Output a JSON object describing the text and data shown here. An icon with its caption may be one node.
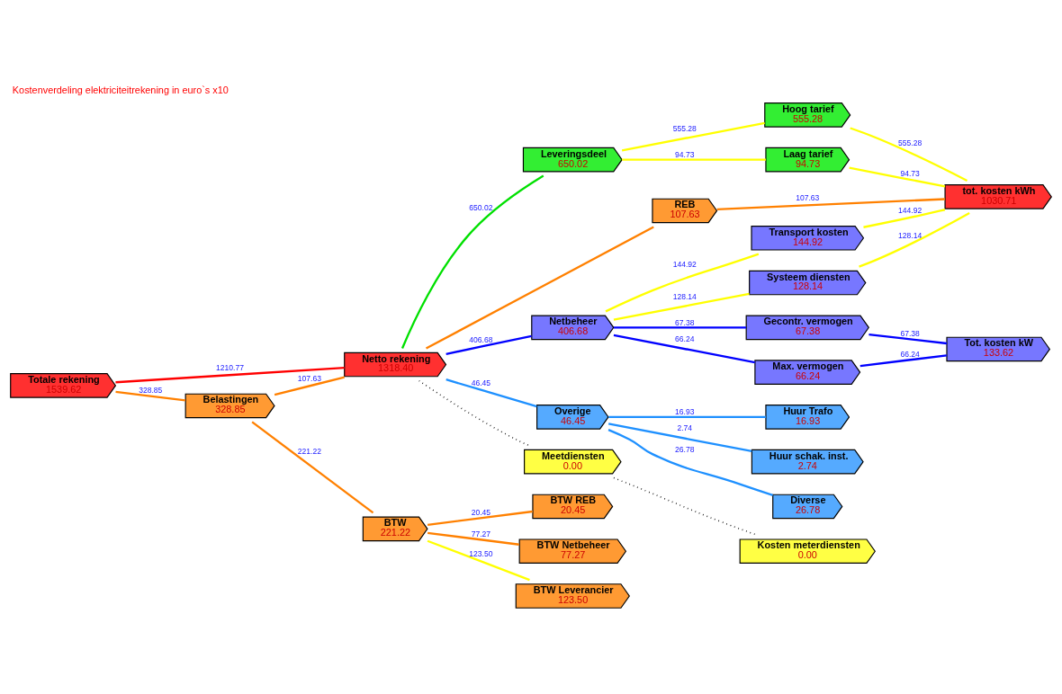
{
  "diagram": {
    "title": "Kostenverdeling elektriciteitrekening in euro`s x10",
    "nodes": [
      {
        "text": [
          "Totale rekening",
          "1539.62"
        ]
      },
      {
        "text": [
          "Netto rekening",
          "1318.40"
        ]
      },
      {
        "text": [
          "Belastingen",
          "328.85"
        ]
      },
      {
        "text": [
          "Leveringsdeel",
          "650.02"
        ]
      },
      {
        "text": [
          "REB",
          "107.63"
        ]
      },
      {
        "text": [
          "Netbeheer",
          "406.68"
        ]
      },
      {
        "text": [
          "Overige",
          "46.45"
        ]
      },
      {
        "text": [
          "Meetdiensten",
          "0.00"
        ]
      },
      {
        "text": [
          "BTW",
          "221.22"
        ]
      },
      {
        "text": [
          "Hoog tarief",
          "555.28"
        ]
      },
      {
        "text": [
          "Laag tarief",
          "94.73"
        ]
      },
      {
        "text": [
          "Transport kosten",
          "144.92"
        ]
      },
      {
        "text": [
          "Systeem diensten",
          "128.14"
        ]
      },
      {
        "text": [
          "Gecontr. vermogen",
          "67.38"
        ]
      },
      {
        "text": [
          "Max. vermogen",
          "66.24"
        ]
      },
      {
        "text": [
          "tot. kosten kWh",
          "1030.71"
        ]
      },
      {
        "text": [
          "Tot. kosten kW",
          "133.62"
        ]
      },
      {
        "text": [
          "Huur Trafo",
          "16.93"
        ]
      },
      {
        "text": [
          "Huur schak. inst.",
          "2.74"
        ]
      },
      {
        "text": [
          "Diverse",
          "26.78"
        ]
      },
      {
        "text": [
          "Kosten meterdiensten",
          "0.00"
        ]
      },
      {
        "text": [
          "BTW REB",
          "20.45"
        ]
      },
      {
        "text": [
          "BTW Netbeheer",
          "77.27"
        ]
      },
      {
        "text": [
          "BTW Leverancier",
          "123.50"
        ]
      }
    ],
    "edges": [
      {
        "from": 0,
        "to": 1,
        "arrow": "none",
        "label": "1210.77",
        "color": "#ff0000"
      },
      {
        "from": 0,
        "to": 2,
        "arrow": "none",
        "label": "328.85",
        "color": "#ff8000"
      },
      {
        "from": 2,
        "to": 1,
        "arrow": "none",
        "label": "107.63",
        "color": "#ff8000"
      },
      {
        "from": 2,
        "to": 8,
        "arrow": "none",
        "label": "221.22",
        "color": "#ff8000"
      },
      {
        "from": 1,
        "to": 3,
        "arrow": "none",
        "label": "650.02",
        "color": "#00e000"
      },
      {
        "from": 1,
        "to": 4,
        "arrow": "none",
        "color": "#ff8000"
      },
      {
        "from": 1,
        "to": 5,
        "arrow": "none",
        "label": "406.68",
        "color": "#0000ff"
      },
      {
        "from": 1,
        "to": 6,
        "arrow": "none",
        "label": "46.45",
        "color": "#1e90ff"
      },
      {
        "from": 1,
        "to": 7,
        "arrow": "none",
        "style": "dashed",
        "color": "#000000"
      },
      {
        "from": 3,
        "to": 9,
        "arrow": "none",
        "label": "555.28",
        "color": "#ffff00"
      },
      {
        "from": 3,
        "to": 10,
        "arrow": "none",
        "label": "94.73",
        "color": "#ffff00"
      },
      {
        "from": 5,
        "to": 11,
        "arrow": "none",
        "label": "144.92",
        "color": "#ffff00"
      },
      {
        "from": 5,
        "to": 12,
        "arrow": "none",
        "label": "128.14",
        "color": "#ffff00"
      },
      {
        "from": 5,
        "to": 13,
        "arrow": "none",
        "label": "67.38",
        "color": "#0000ff"
      },
      {
        "from": 5,
        "to": 14,
        "arrow": "none",
        "label": "66.24",
        "color": "#0000ff"
      },
      {
        "from": 9,
        "to": 15,
        "arrow": "none",
        "label": "555.28",
        "color": "#ffff00"
      },
      {
        "from": 10,
        "to": 15,
        "arrow": "none",
        "label": "94.73",
        "color": "#ffff00"
      },
      {
        "from": 4,
        "to": 15,
        "arrow": "none",
        "label": "107.63",
        "color": "#ff8000"
      },
      {
        "from": 11,
        "to": 15,
        "arrow": "none",
        "label": "144.92",
        "color": "#ffff00"
      },
      {
        "from": 12,
        "to": 15,
        "arrow": "none",
        "label": "128.14",
        "color": "#ffff00"
      },
      {
        "from": 13,
        "to": 16,
        "arrow": "none",
        "label": "67.38",
        "color": "#0000ff"
      },
      {
        "from": 14,
        "to": 16,
        "arrow": "none",
        "label": "66.24",
        "color": "#0000ff"
      },
      {
        "from": 6,
        "to": 17,
        "arrow": "none",
        "label": "16.93",
        "color": "#1e90ff"
      },
      {
        "from": 6,
        "to": 18,
        "arrow": "none",
        "label": "2.74",
        "color": "#1e90ff"
      },
      {
        "from": 6,
        "to": 19,
        "arrow": "none",
        "label": "26.78",
        "color": "#1e90ff"
      },
      {
        "from": 7,
        "to": 20,
        "arrow": "none",
        "style": "dashed",
        "color": "#000000"
      },
      {
        "from": 8,
        "to": 21,
        "arrow": "none",
        "label": "20.45",
        "color": "#ff8000"
      },
      {
        "from": 8,
        "to": 22,
        "arrow": "none",
        "label": "77.27",
        "color": "#ff8000"
      },
      {
        "from": 8,
        "to": 23,
        "arrow": "none",
        "label": "123.50",
        "color": "#ffff00"
      }
    ]
  }
}
